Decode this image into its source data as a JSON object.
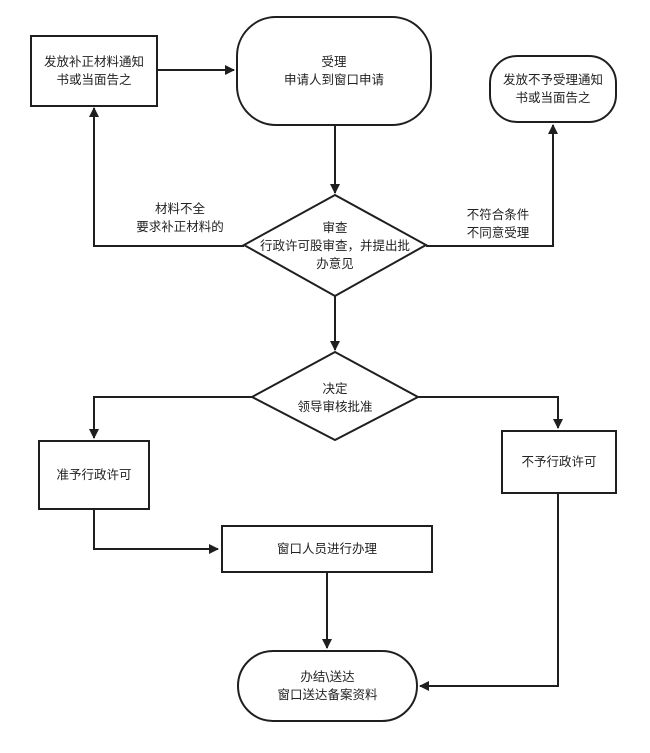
{
  "nodes": {
    "accept": {
      "lines": [
        "受理",
        "申请人到窗口申请"
      ]
    },
    "correction_notice": {
      "lines": [
        "发放补正材料通知",
        "书或当面告之"
      ]
    },
    "reject_notice": {
      "lines": [
        "发放不予受理通知",
        "书或当面告之"
      ]
    },
    "review": {
      "lines": [
        "审查",
        "行政许可股审查，并提出批",
        "办意见"
      ]
    },
    "decision": {
      "lines": [
        "决定",
        "领导审核批准"
      ]
    },
    "grant": {
      "lines": [
        "准予行政许可"
      ]
    },
    "deny": {
      "lines": [
        "不予行政许可"
      ]
    },
    "handle": {
      "lines": [
        "窗口人员进行办理"
      ]
    },
    "complete": {
      "lines": [
        "办结\\送达",
        "窗口送达备案资料"
      ]
    }
  },
  "edge_labels": {
    "incomplete": [
      "材料不全",
      "要求补正材料的"
    ],
    "not_qualified": [
      "不符合条件",
      "不同意受理"
    ]
  },
  "colors": {
    "stroke": "#1f1f1f",
    "background": "#ffffff"
  }
}
